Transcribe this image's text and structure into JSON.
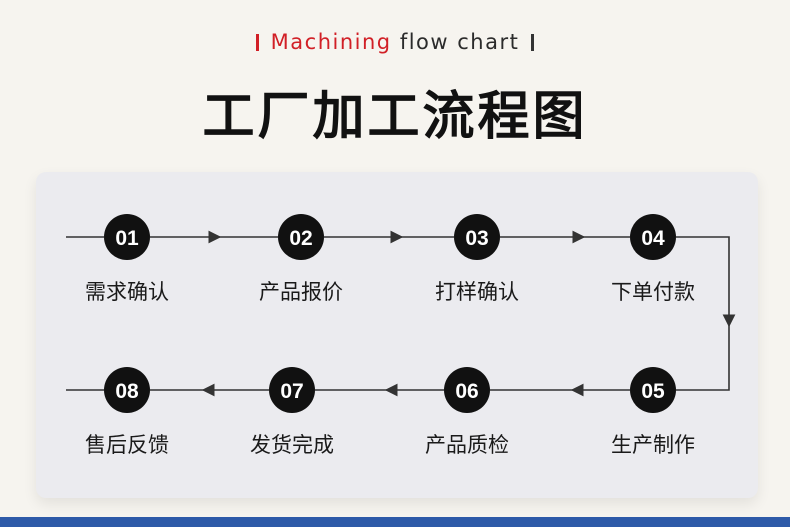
{
  "header": {
    "subtitle_accent": "Machining",
    "subtitle_rest": "flow chart",
    "title": "工厂加工流程图"
  },
  "steps": [
    {
      "number": "01",
      "label": "需求确认"
    },
    {
      "number": "02",
      "label": "产品报价"
    },
    {
      "number": "03",
      "label": "打样确认"
    },
    {
      "number": "04",
      "label": "下单付款"
    },
    {
      "number": "05",
      "label": "生产制作"
    },
    {
      "number": "06",
      "label": "产品质检"
    },
    {
      "number": "07",
      "label": "发货完成"
    },
    {
      "number": "08",
      "label": "售后反馈"
    }
  ],
  "colors": {
    "accent": "#d11f26",
    "circle": "#111111",
    "line": "#333333",
    "bottom_bar": "#2e5aa8"
  }
}
